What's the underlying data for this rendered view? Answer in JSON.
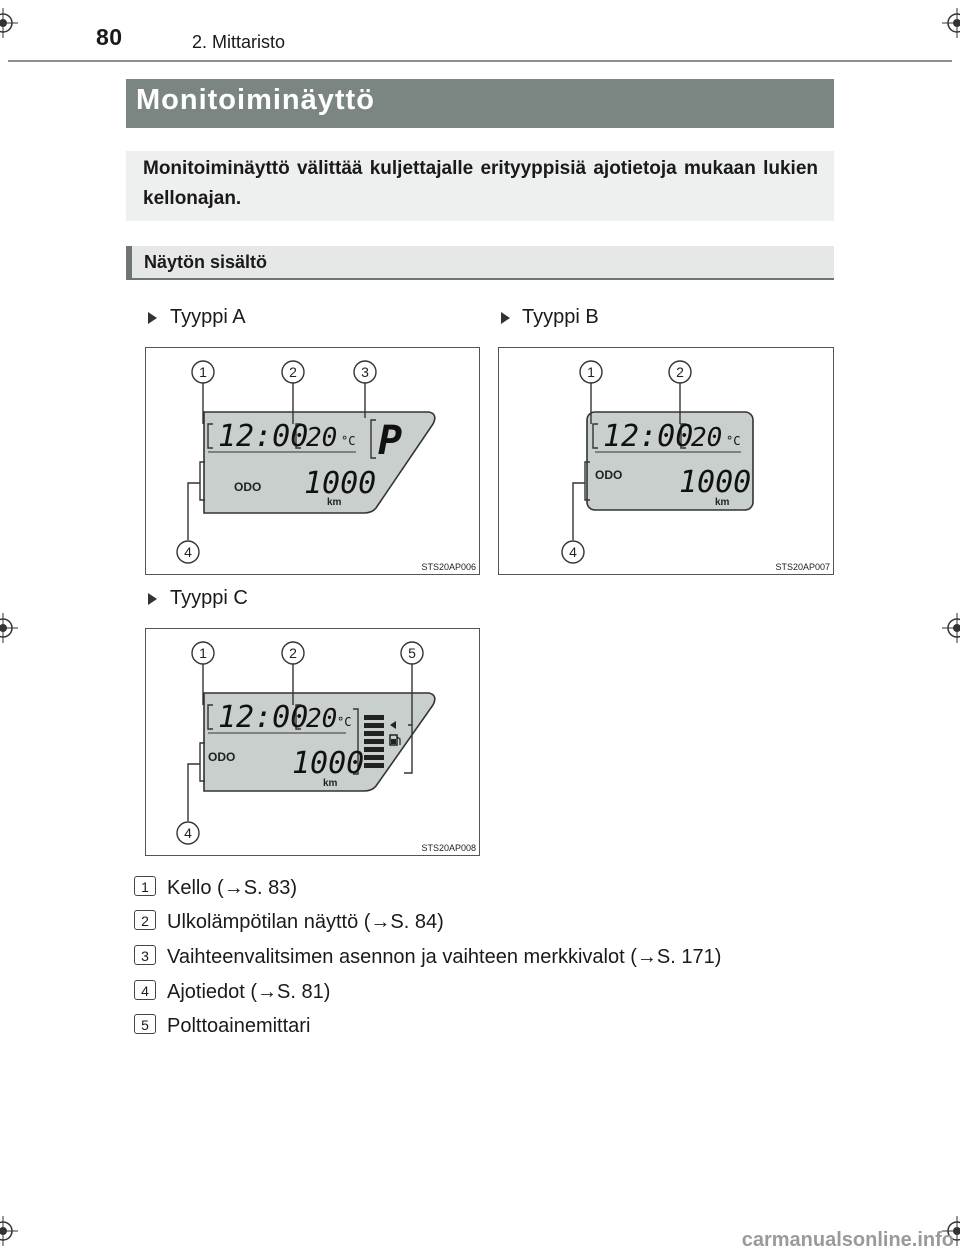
{
  "header": {
    "page_number": "80",
    "chapter": "2. Mittaristo"
  },
  "title": "Monitoiminäyttö",
  "intro": "Monitoiminäyttö välittää kuljettajalle erityyppisiä ajotietoja mukaan lukien kellonajan.",
  "subheading": "Näytön sisältö",
  "figures": [
    {
      "label": "Tyyppi A",
      "code": "STS20AP006",
      "callouts": [
        "1",
        "2",
        "3",
        "4"
      ],
      "clock": "12:00",
      "temp": "20",
      "temp_unit": "°C",
      "odo": "ODO",
      "odometer": "1000",
      "unit": "km",
      "gear": "P"
    },
    {
      "label": "Tyyppi B",
      "code": "STS20AP007",
      "callouts": [
        "1",
        "2",
        "4"
      ],
      "clock": "12:00",
      "temp": "20",
      "temp_unit": "°C",
      "odo": "ODO",
      "odometer": "1000",
      "unit": "km"
    },
    {
      "label": "Tyyppi C",
      "code": "STS20AP008",
      "callouts": [
        "1",
        "2",
        "5",
        "4"
      ],
      "clock": "12:00",
      "temp": "20",
      "temp_unit": "°C",
      "odo": "ODO",
      "odometer": "1000",
      "unit": "km"
    }
  ],
  "legend": [
    {
      "num": "1",
      "text": "Kello (→S. 83)"
    },
    {
      "num": "2",
      "text": "Ulkolämpötilan näyttö (→S. 84)"
    },
    {
      "num": "3",
      "text": "Vaihteenvalitsimen asennon ja vaihteen merkkivalot (→S. 171)"
    },
    {
      "num": "4",
      "text": "Ajotiedot (→S. 81)"
    },
    {
      "num": "5",
      "text": "Polttoainemittari"
    }
  ],
  "footer": "carmanualsonline.info",
  "colors": {
    "title_bar": "#7b8581",
    "intro_bg": "#eef0ef",
    "lcd": "#c9cfcd"
  }
}
